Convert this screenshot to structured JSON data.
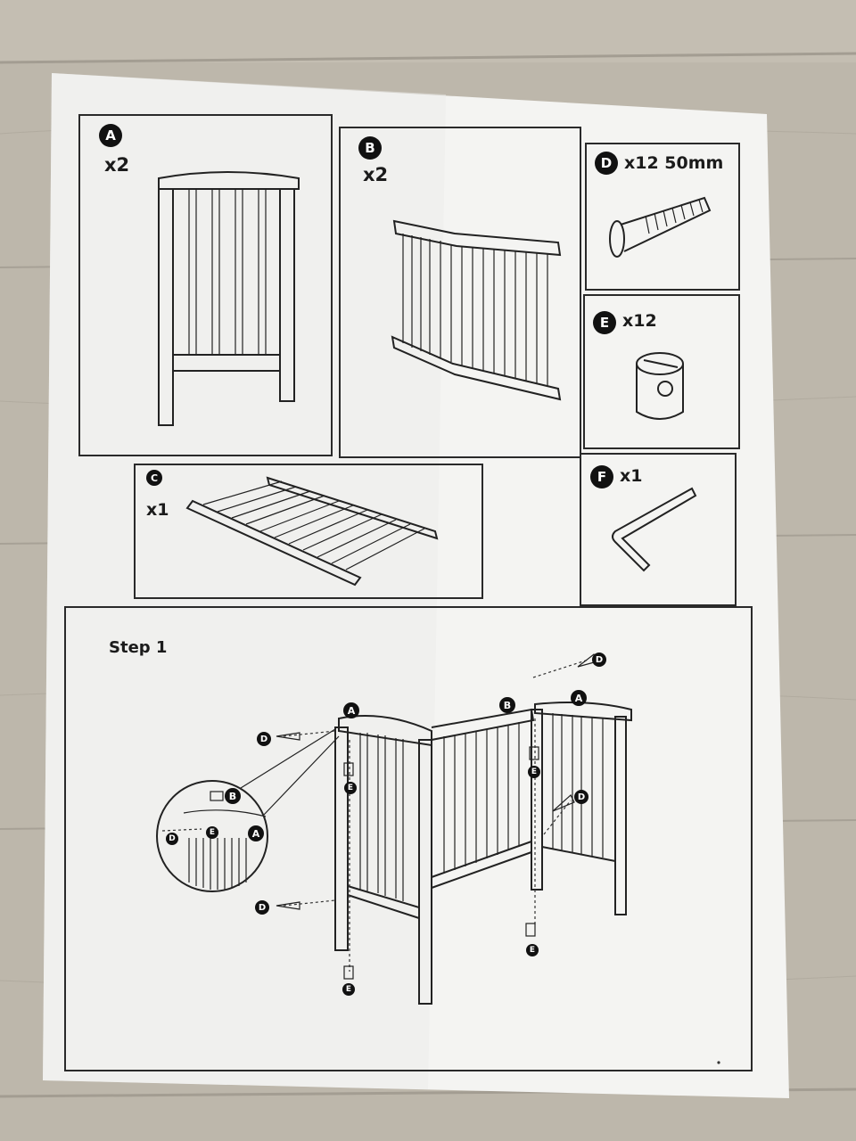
{
  "parts": {
    "a": {
      "letter": "A",
      "qty": "x2"
    },
    "b": {
      "letter": "B",
      "qty": "x2"
    },
    "c": {
      "letter": "C",
      "qty": "x1"
    },
    "d": {
      "letter": "D",
      "qty": "x12 50mm"
    },
    "e": {
      "letter": "E",
      "qty": "x12"
    },
    "f": {
      "letter": "F",
      "qty": "x1"
    }
  },
  "step1": {
    "title": "Step 1",
    "labels": {
      "a": "A",
      "b": "B",
      "d": "D",
      "e": "E"
    }
  }
}
